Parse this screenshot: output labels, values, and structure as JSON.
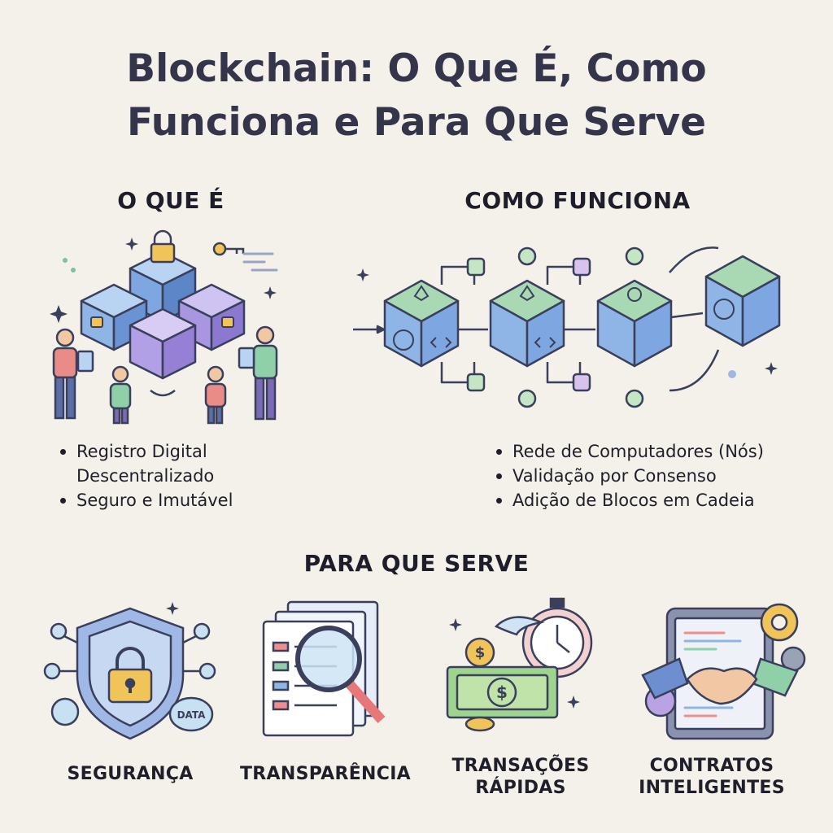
{
  "title": {
    "line1": "Blockchain: O Que É, Como",
    "line2": "Funciona e Para Que Serve"
  },
  "sections": {
    "what": {
      "heading": "O QUE É",
      "bullets": [
        "Registro Digital Descentralizado",
        "Seguro e Imutável"
      ]
    },
    "how": {
      "heading": "COMO FUNCIONA",
      "bullets": [
        "Rede de Computadores (Nós)",
        "Validação por Consenso",
        "Adição de Blocos em Cadeia"
      ]
    },
    "uses": {
      "heading": "PARA QUE SERVE",
      "items": [
        {
          "line1": "SEGURANÇA",
          "line2": "",
          "icon": "shield-lock-icon",
          "badge": "DATA"
        },
        {
          "line1": "TRANSPARÊNCIA",
          "line2": "",
          "icon": "magnifier-documents-icon"
        },
        {
          "line1": "TRANSAÇÕES",
          "line2": "RÁPIDAS",
          "icon": "stopwatch-money-icon",
          "currency": "$"
        },
        {
          "line1": "CONTRATOS",
          "line2": "INTELIGENTES",
          "icon": "handshake-tablet-icon"
        }
      ]
    }
  },
  "colors": {
    "background": "#f4f0ea",
    "cube_blue": "#8fb5e6",
    "cube_purple": "#a996e0",
    "cube_green": "#9fd0a8",
    "accent_yellow": "#f1c45a",
    "outline": "#3a3f5c"
  }
}
